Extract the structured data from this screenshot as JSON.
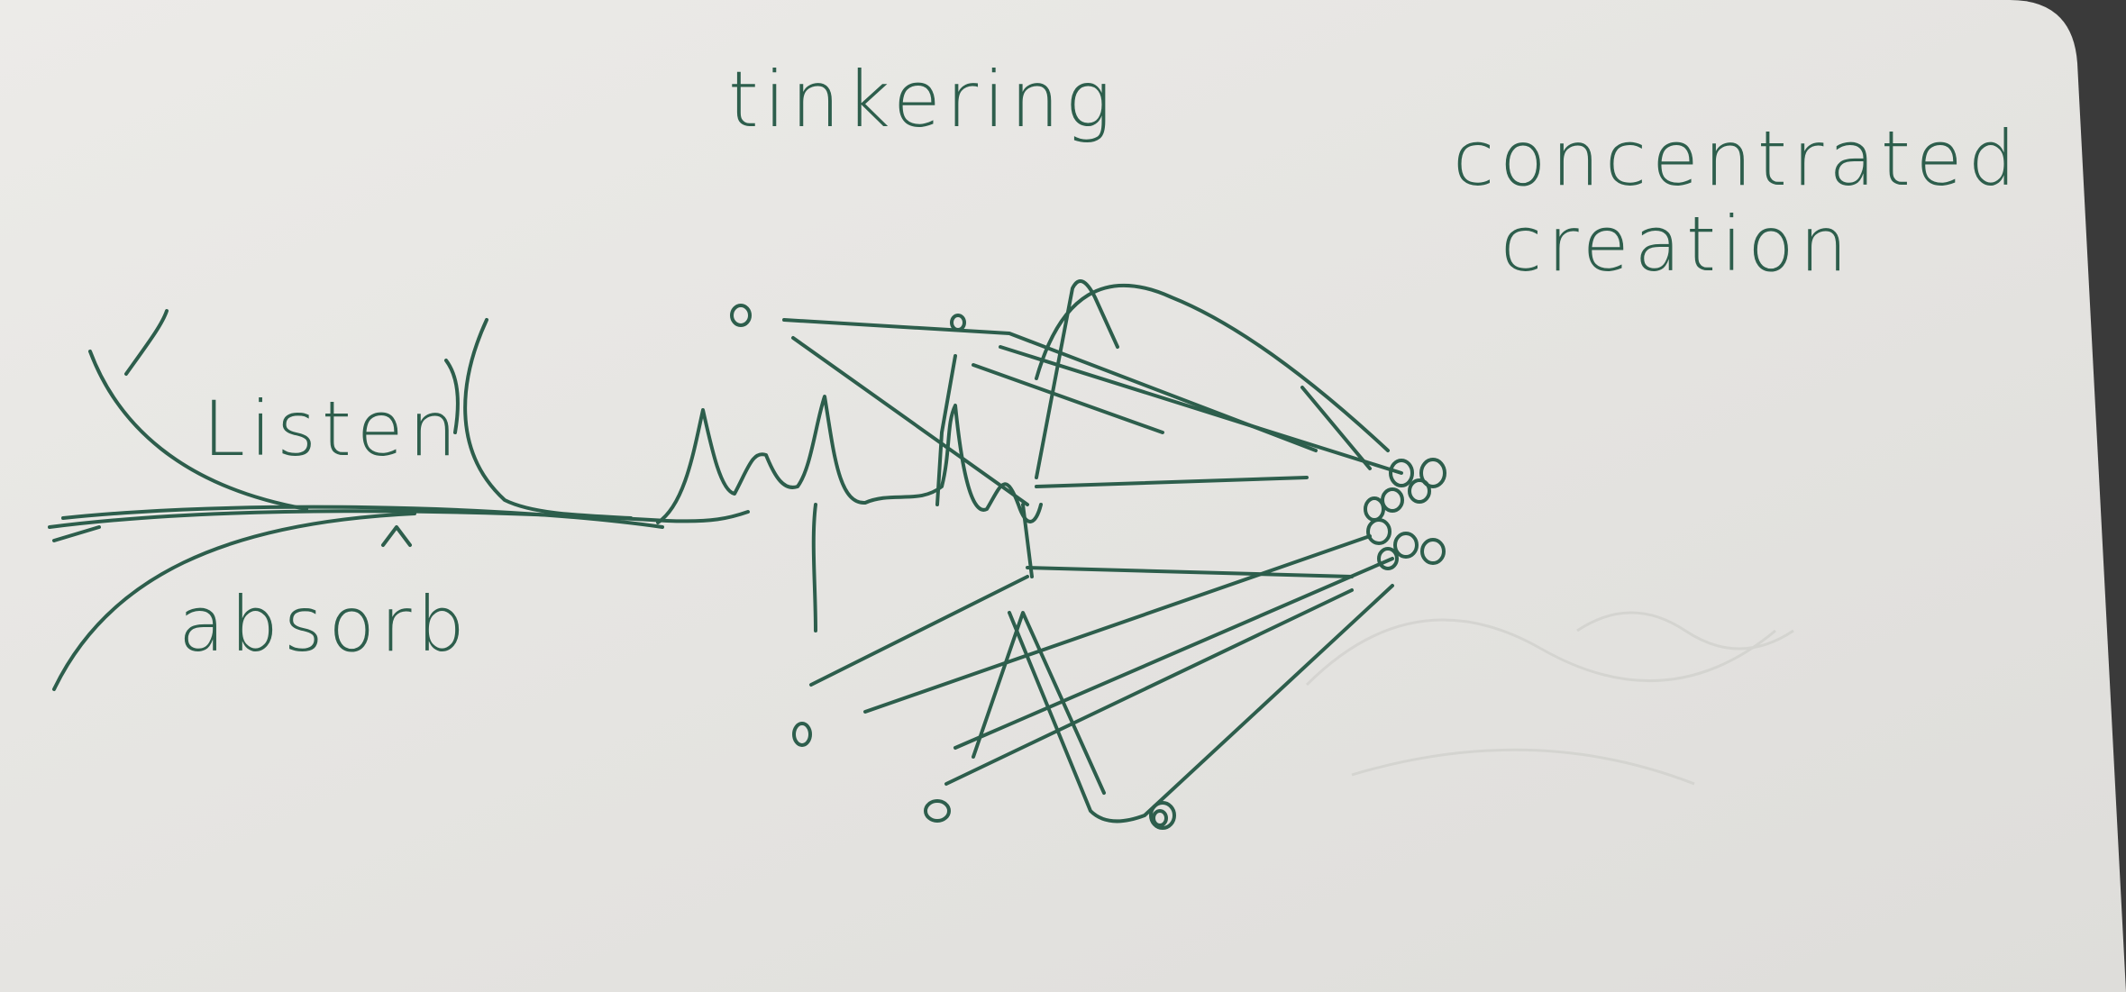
{
  "colors": {
    "ink": "#2d5e4c",
    "paper": "#e9e9e6",
    "paper_shadow": "#d7d7d3",
    "backdrop": "#3a3a3a"
  },
  "labels": {
    "tinkering": "tinkering",
    "concentrated": "concentrated",
    "creation": "creation",
    "listen": "Listen",
    "absorb": "absorb"
  }
}
